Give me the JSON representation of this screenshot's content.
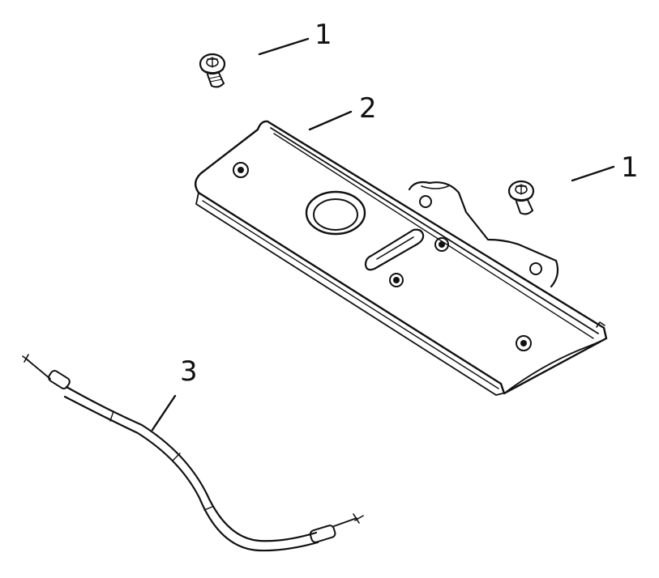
{
  "callouts": [
    {
      "number": "1",
      "part": "screw"
    },
    {
      "number": "2",
      "part": "mounting-plate"
    },
    {
      "number": "1",
      "part": "screw"
    },
    {
      "number": "3",
      "part": "cable"
    }
  ],
  "colors": {
    "ink": "#111111",
    "background": "#ffffff"
  }
}
